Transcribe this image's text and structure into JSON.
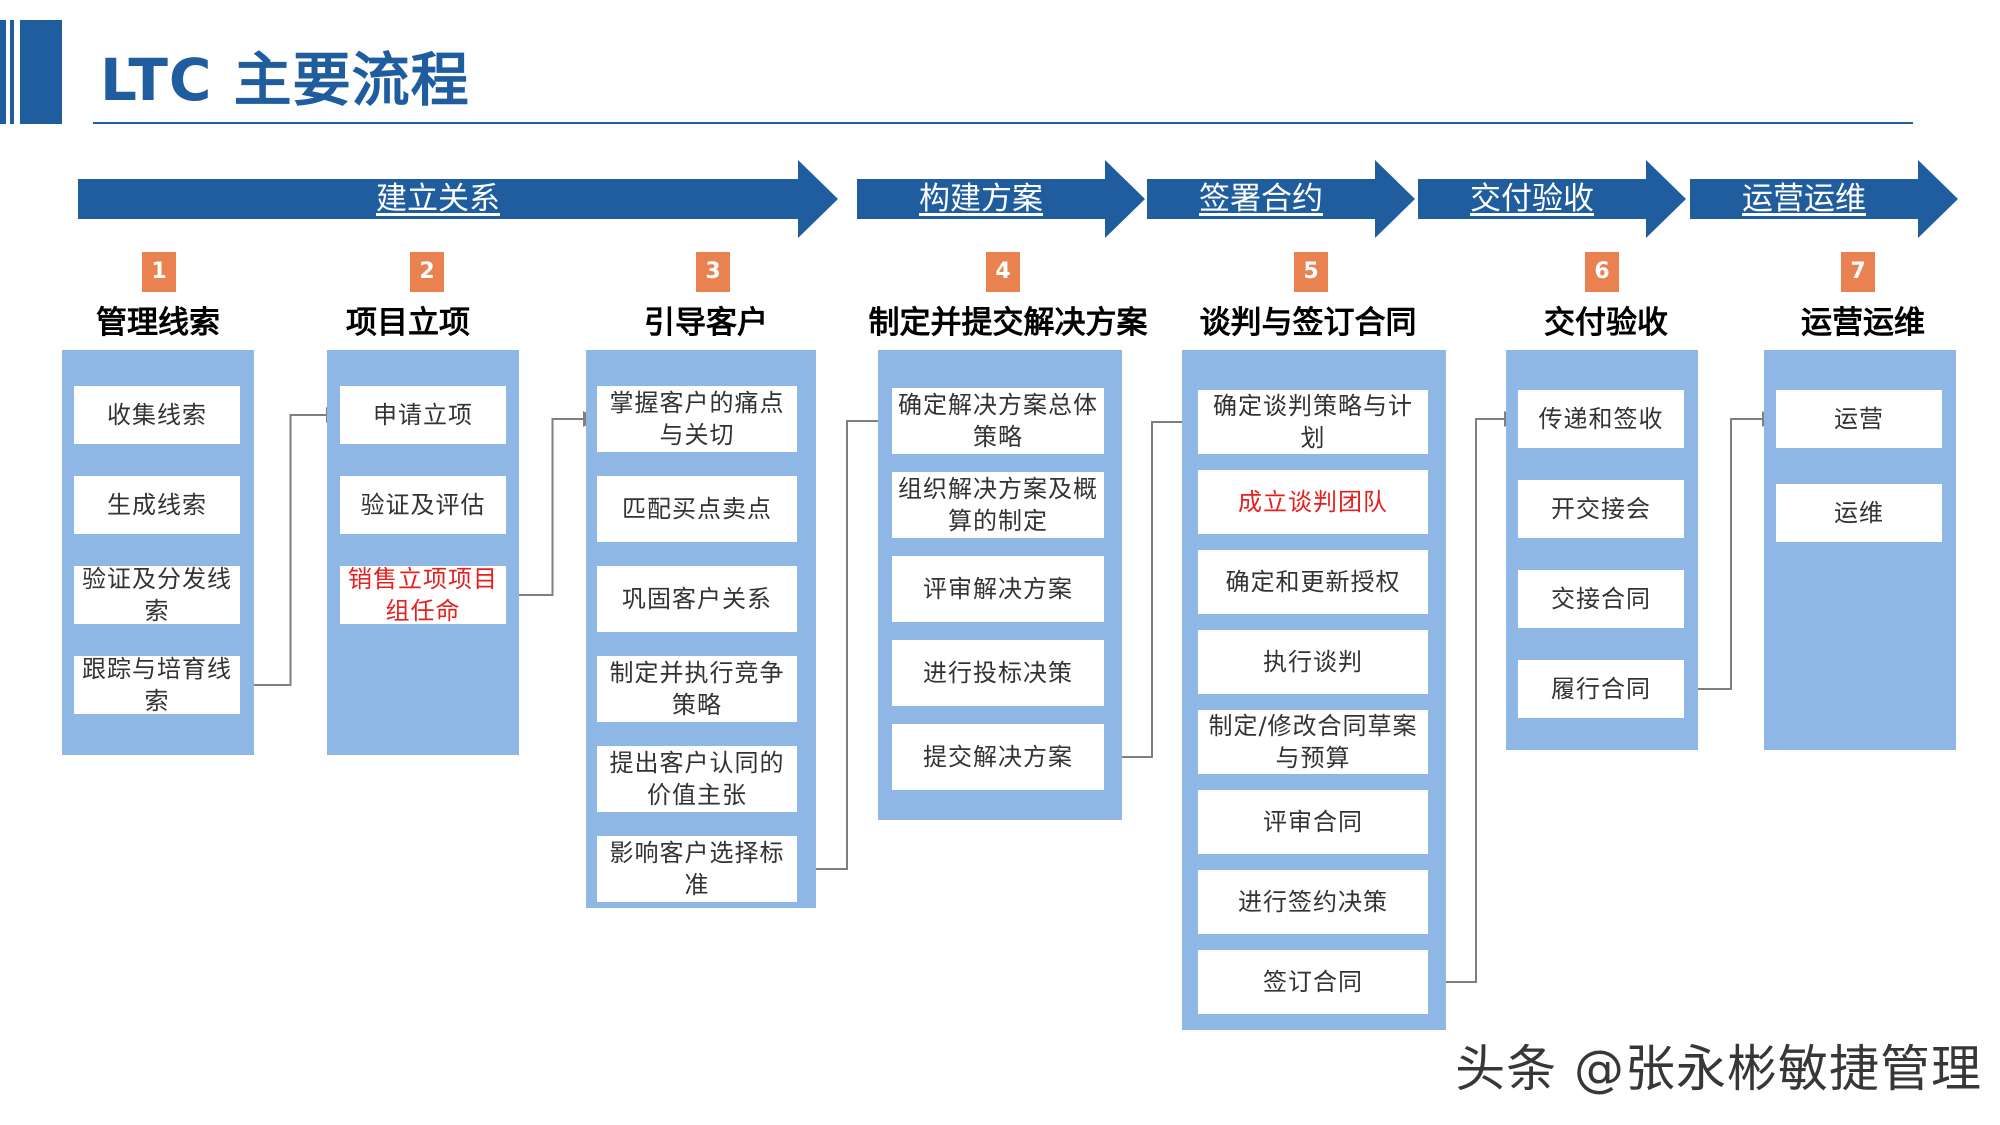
{
  "title": "LTC 主要流程",
  "colors": {
    "primary": "#1f5d9e",
    "panel": "#8fb7e6",
    "badge": "#ea8150",
    "highlight": "#e62020"
  },
  "stages": [
    "建立关系",
    "构建方案",
    "签署合约",
    "交付验收",
    "运营运维"
  ],
  "columns": [
    {
      "num": "1",
      "title": "管理线索",
      "steps": [
        {
          "text": "收集线索"
        },
        {
          "text": "生成线索"
        },
        {
          "text": "验证及分发线索"
        },
        {
          "text": "跟踪与培育线索"
        }
      ]
    },
    {
      "num": "2",
      "title": "项目立项",
      "steps": [
        {
          "text": "申请立项"
        },
        {
          "text": "验证及评估"
        },
        {
          "text": "销售立项项目组任命",
          "highlight": true
        }
      ]
    },
    {
      "num": "3",
      "title": "引导客户",
      "steps": [
        {
          "text": "掌握客户的痛点与关切"
        },
        {
          "text": "匹配买点卖点"
        },
        {
          "text": "巩固客户关系"
        },
        {
          "text": "制定并执行竞争策略"
        },
        {
          "text": "提出客户认同的价值主张"
        },
        {
          "text": "影响客户选择标准"
        }
      ]
    },
    {
      "num": "4",
      "title": "制定并提交解决方案",
      "steps": [
        {
          "text": "确定解决方案总体策略"
        },
        {
          "text": "组织解决方案及概算的制定"
        },
        {
          "text": "评审解决方案"
        },
        {
          "text": "进行投标决策"
        },
        {
          "text": "提交解决方案"
        }
      ]
    },
    {
      "num": "5",
      "title": "谈判与签订合同",
      "steps": [
        {
          "text": "确定谈判策略与计划"
        },
        {
          "text": "成立谈判团队",
          "highlight": true
        },
        {
          "text": "确定和更新授权"
        },
        {
          "text": "执行谈判"
        },
        {
          "text": "制定/修改合同草案与预算"
        },
        {
          "text": "评审合同"
        },
        {
          "text": "进行签约决策"
        },
        {
          "text": "签订合同"
        }
      ]
    },
    {
      "num": "6",
      "title": "交付验收",
      "steps": [
        {
          "text": "传递和签收"
        },
        {
          "text": "开交接会"
        },
        {
          "text": "交接合同"
        },
        {
          "text": "履行合同"
        }
      ]
    },
    {
      "num": "7",
      "title": "运营运维",
      "steps": [
        {
          "text": "运营"
        },
        {
          "text": "运维"
        }
      ]
    }
  ],
  "watermark": "头条 @张永彬敏捷管理"
}
